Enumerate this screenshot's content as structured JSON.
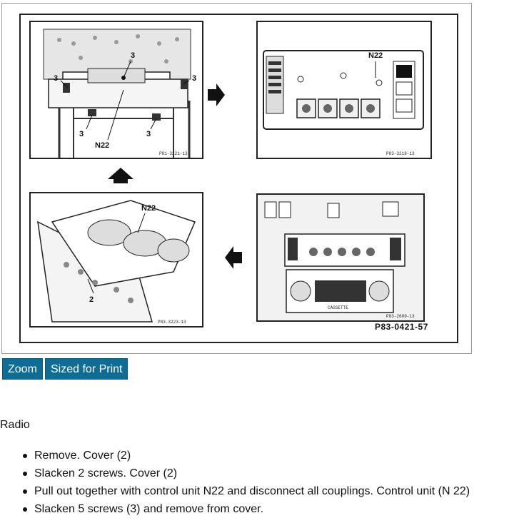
{
  "figure": {
    "code": "P83-0421-57",
    "panels": [
      {
        "id": "top-left",
        "labels": [
          "3",
          "3",
          "3",
          "3",
          "N22"
        ],
        "ref": "P81-3221-13"
      },
      {
        "id": "top-right",
        "labels": [
          "N22"
        ],
        "ref": "P83-3218-13"
      },
      {
        "id": "bottom-left",
        "labels": [
          "N22",
          "2"
        ],
        "ref": "P83-3223-13"
      },
      {
        "id": "bottom-right",
        "labels": [
          "CASSETTE"
        ],
        "ref": "P83-2609-13"
      }
    ]
  },
  "buttons": {
    "zoom": "Zoom",
    "print": "Sized for Print"
  },
  "section_title": "Radio",
  "steps": [
    "Remove. Cover (2)",
    "Slacken 2 screws. Cover (2)",
    "Pull out together with control unit N22 and disconnect all couplings. Control unit (N 22)",
    "Slacken 5 screws (3) and remove from cover."
  ]
}
